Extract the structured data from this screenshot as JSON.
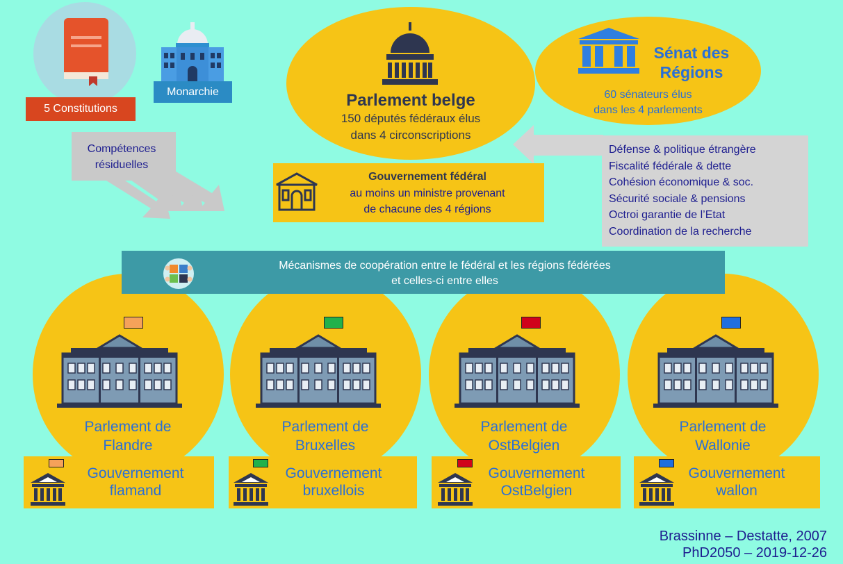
{
  "top_left": {
    "constitutions_label": "5 Constitutions",
    "monarchie_label": "Monarchie",
    "residual_label_line1": "Compétences",
    "residual_label_line2": "résiduelles"
  },
  "parlement_belge": {
    "title": "Parlement belge",
    "line1": "150 députés fédéraux élus",
    "line2": "dans 4 circonscriptions"
  },
  "senat": {
    "title_line1": "Sénat des",
    "title_line2": "Régions",
    "line1": "60 sénateurs élus",
    "line2": "dans les 4 parlements"
  },
  "gouvernement_federal": {
    "title": "Gouvernement fédéral",
    "line1": "au moins un ministre provenant",
    "line2": "de chacune des 4 régions"
  },
  "competences": [
    "Défense & politique étrangère",
    "Fiscalité fédérale & dette",
    "Cohésion économique & soc.",
    "Sécurité sociale & pensions",
    "Octroi garantie de l’Etat",
    "Coordination de la recherche"
  ],
  "cooperation": {
    "line1": "Mécanismes de coopération entre le fédéral et les régions fédérées",
    "line2": "et celles-ci entre elles"
  },
  "regions": [
    {
      "parl_line1": "Parlement de",
      "parl_line2": "Flandre",
      "gov_line1": "Gouvernement",
      "gov_line2": "flamand",
      "flag_color": "#F5A25A"
    },
    {
      "parl_line1": "Parlement de",
      "parl_line2": "Bruxelles",
      "gov_line1": "Gouvernement",
      "gov_line2": "bruxellois",
      "flag_color": "#21B14B"
    },
    {
      "parl_line1": "Parlement de",
      "parl_line2": "OstBelgien",
      "gov_line1": "Gouvernement",
      "gov_line2": "OstBelgien",
      "flag_color": "#D0021B"
    },
    {
      "parl_line1": "Parlement de",
      "parl_line2": "Wallonie",
      "gov_line1": "Gouvernement",
      "gov_line2": "wallon",
      "flag_color": "#1F6FE0"
    }
  ],
  "footer": {
    "line1": "Brassinne – Destatte, 2007",
    "line2": "PhD2050 – 2019-12-26"
  },
  "colors": {
    "background": "#8FFBE2",
    "yellow": "#F6C416",
    "navy_text": "#1D1D8F",
    "blue_text": "#2A6FD6",
    "teal_band": "#3D9AA6",
    "grey_box": "#D4D4D4"
  }
}
